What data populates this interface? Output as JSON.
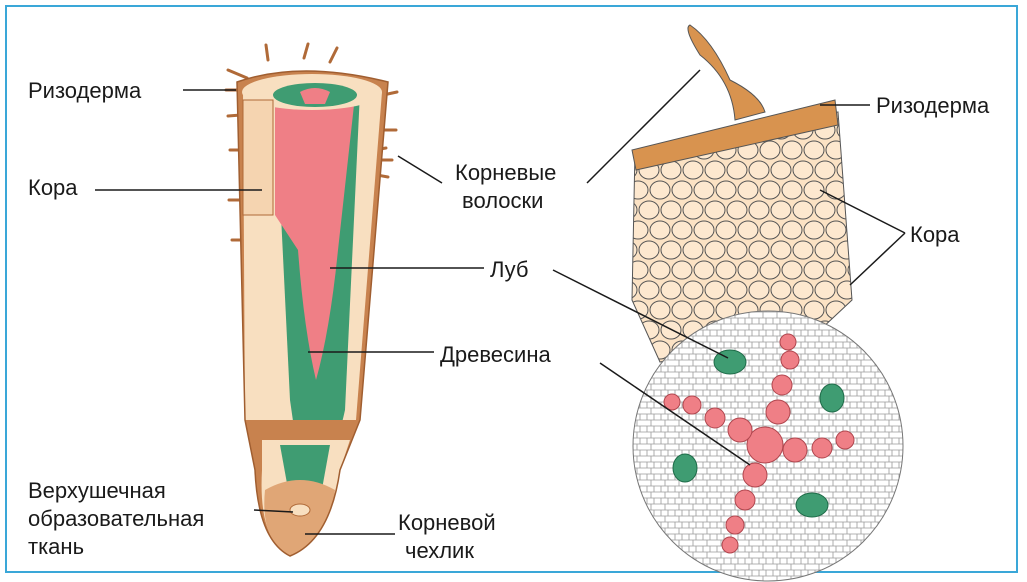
{
  "labels": {
    "rhizoderm_left": "Ризодерма",
    "cortex_left": "Кора",
    "root_hairs_1": "Корневые",
    "root_hairs_2": "волоски",
    "phloem": "Луб",
    "xylem": "Древесина",
    "apical_1": "Верхушечная",
    "apical_2": "образовательная",
    "apical_3": "ткань",
    "cap_1": "Корневой",
    "cap_2": "чехлик",
    "rhizoderm_right": "Ризодерма",
    "cortex_right": "Кора"
  },
  "colors": {
    "frame": "#3aa7d8",
    "outer": "#c8824e",
    "cortex": "#f8dfc0",
    "xylem": "#ef7f86",
    "phloem": "#3f9c72",
    "cell_outline": "#444444"
  }
}
